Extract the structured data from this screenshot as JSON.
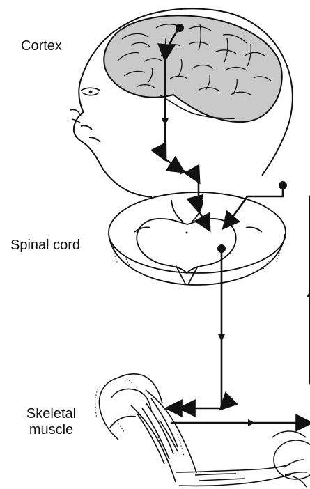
{
  "labels": {
    "cortex": "Cortex",
    "spinal_cord": "Spinal cord",
    "skeletal_muscle_line1": "Skeletal",
    "skeletal_muscle_line2": "muscle"
  },
  "colors": {
    "line": "#111111",
    "brain_fill": "#c9c9c9",
    "background": "#ffffff"
  }
}
